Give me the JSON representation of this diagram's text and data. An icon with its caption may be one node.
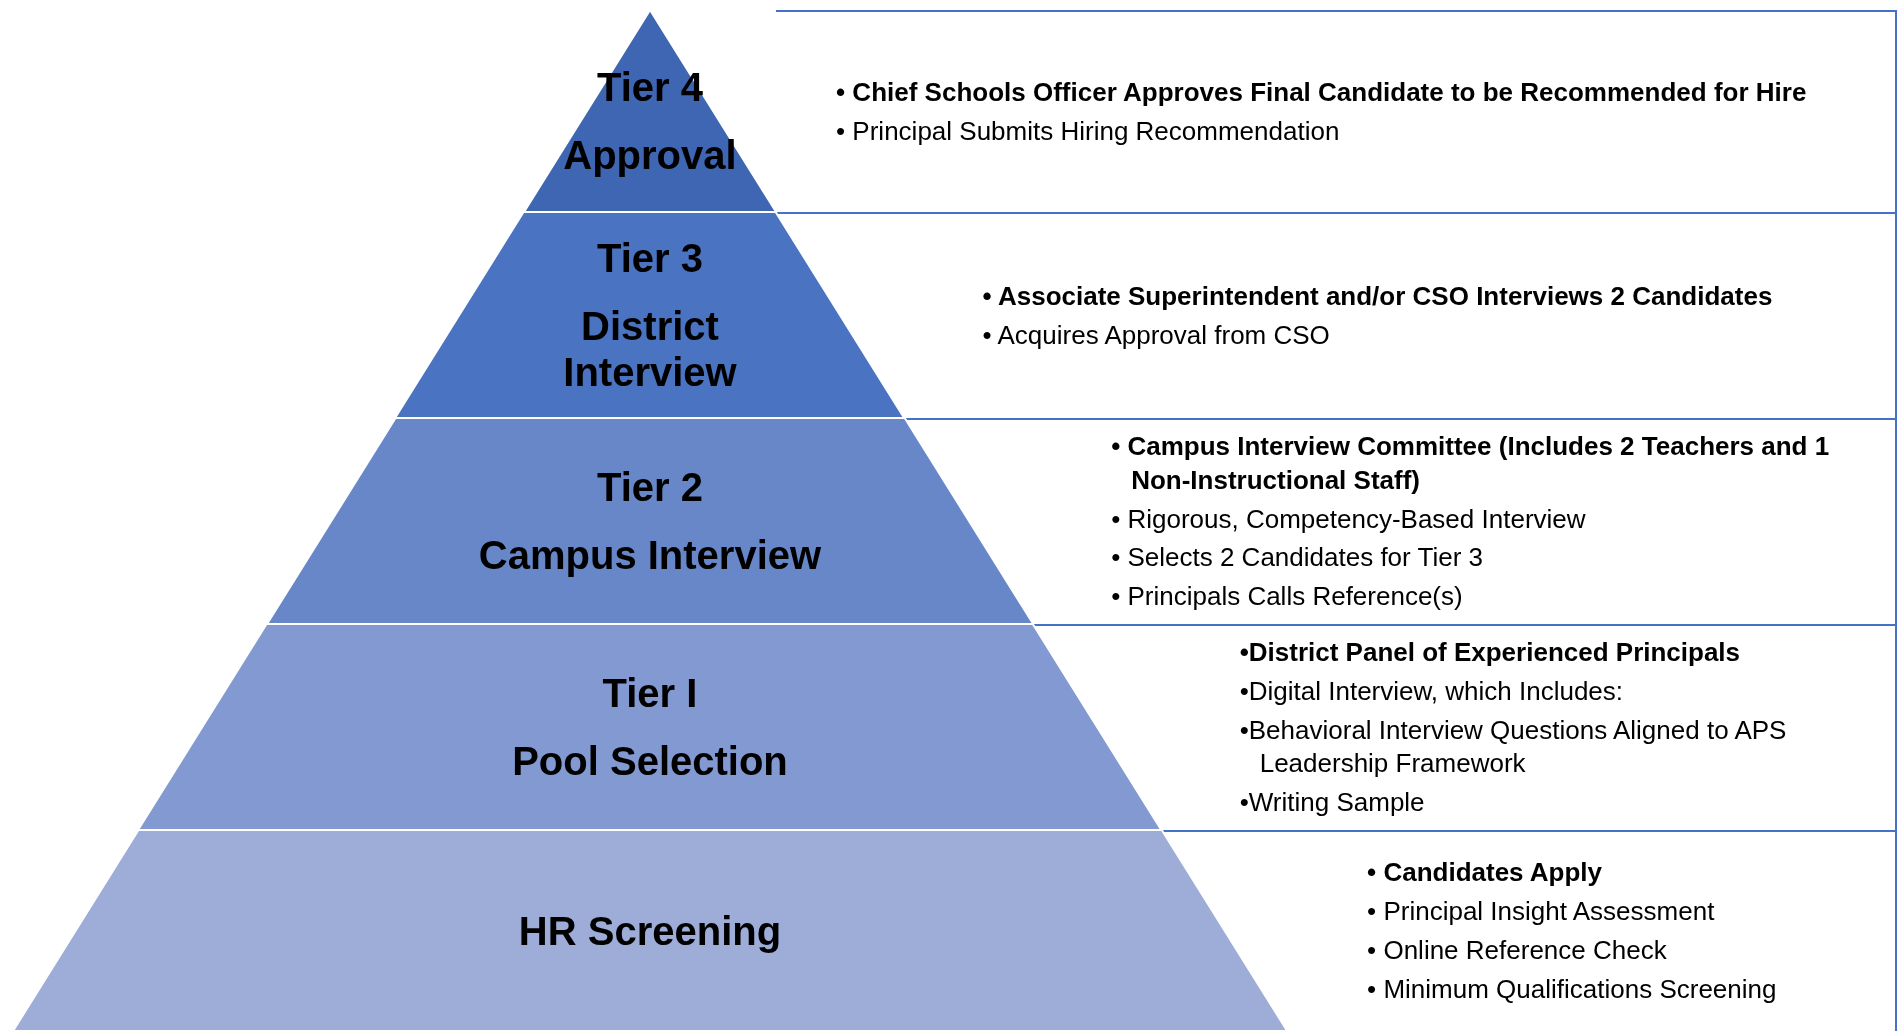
{
  "diagram": {
    "nodes": [
      {
        "text": [
          "Tier 4",
          "Approval"
        ]
      },
      {
        "text": [
          "• Chief Schools Officer Approves Final Candidate to be Recommended for Hire",
          "• Principal Submits Hiring Recommendation"
        ]
      },
      {
        "text": [
          "Tier 3",
          "District Interview"
        ]
      },
      {
        "text": [
          "• Associate Superintendent and/or CSO Interviews 2 Candidates",
          "• Acquires Approval from CSO"
        ]
      },
      {
        "text": [
          "Tier 2",
          "Campus Interview"
        ]
      },
      {
        "text": [
          "• Campus Interview Committee (Includes 2 Teachers and 1 Non-Instructional Staff)",
          "• Rigorous, Competency-Based Interview",
          "• Selects 2 Candidates for Tier 3",
          "• Principals Calls Reference(s)"
        ]
      },
      {
        "text": [
          "Tier I",
          "Pool Selection"
        ]
      },
      {
        "text": [
          "•District Panel of Experienced Principals",
          "•Digital Interview, which Includes:",
          "•Behavioral Interview Questions Aligned to APS Leadership Framework",
          "•Writing Sample"
        ]
      },
      {
        "text": [
          "HR Screening"
        ]
      },
      {
        "text": [
          "• Candidates Apply",
          "• Principal Insight Assessment",
          "• Online Reference Check",
          "• Minimum Qualifications Screening"
        ]
      }
    ]
  }
}
